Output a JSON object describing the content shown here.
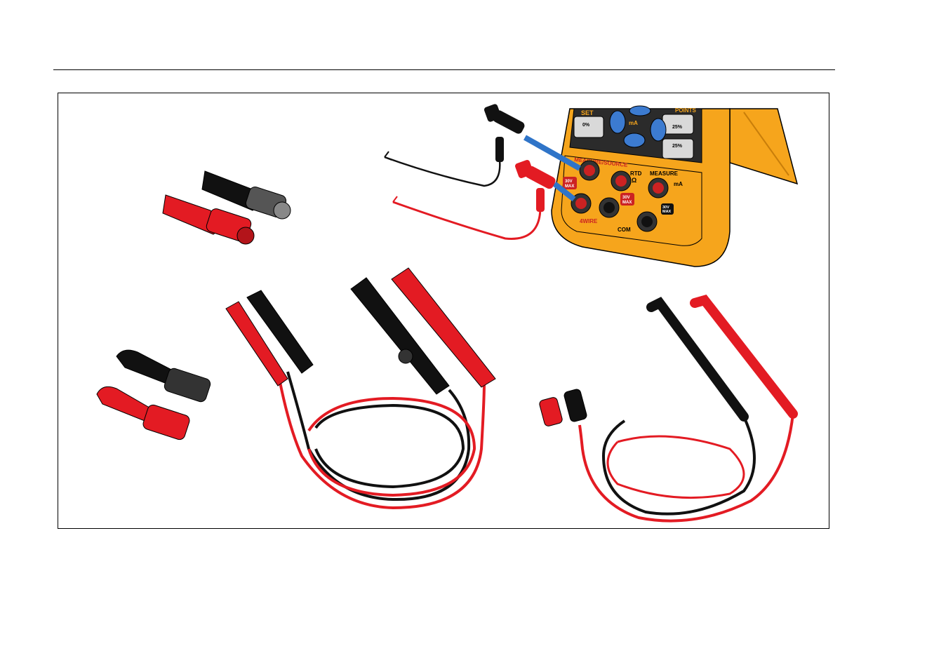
{
  "calibrator": {
    "labels": {
      "set": "SET",
      "pct0": "0%",
      "pct25": "25%",
      "pct25b": "25%",
      "points": "POINTS",
      "ma": "mA",
      "measure_source": "MEASURE/SOURCE",
      "rtd": "RTD",
      "ohm": "Ω",
      "measure": "MEASURE",
      "ma_jack": "mA",
      "max30_1": "30V",
      "max30_1b": "MAX",
      "max30_2": "30V",
      "max30_2b": "MAX",
      "max30_3": "30V",
      "max30_3b": "MAX",
      "fourwire": "4WIRE",
      "com": "COM"
    }
  },
  "colors": {
    "red": "#e31b23",
    "black": "#111111",
    "body": "#f6a51c",
    "blue": "#2f74c8",
    "gray": "#6b6f73"
  }
}
